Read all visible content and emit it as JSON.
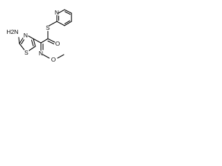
{
  "molecule": {
    "atoms": {
      "amino": "H2N",
      "thiazole_s": "S",
      "thiazole_n": "N",
      "thioester_s": "S",
      "pyridine_n": "N",
      "carbonyl_o": "O",
      "oxime_n": "N",
      "oxime_o": "O"
    }
  }
}
